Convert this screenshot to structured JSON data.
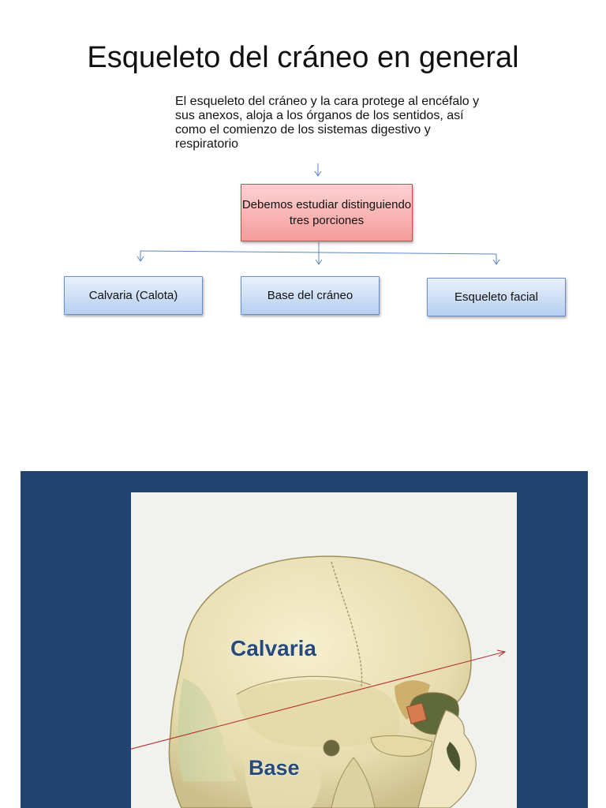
{
  "slide": {
    "title": "Esqueleto del cráneo en general",
    "intro": "El esqueleto del cráneo y la cara protege al encéfalo y sus anexos, aloja a los órganos de los sentidos, así como el comienzo de los sistemas digestivo  y respiratorio"
  },
  "diagram": {
    "center_box": "Debemos estudiar distinguiendo tres porciones",
    "portions": [
      "Calvaria (Calota)",
      "Base del cráneo",
      "Esqueleto facial"
    ]
  },
  "figure": {
    "labels": {
      "calvaria": "Calvaria",
      "base": "Base"
    },
    "colors": {
      "frame": "#20446f",
      "bone": "#ede2b6",
      "label": "#274a78",
      "line": "#b22a2a"
    }
  }
}
